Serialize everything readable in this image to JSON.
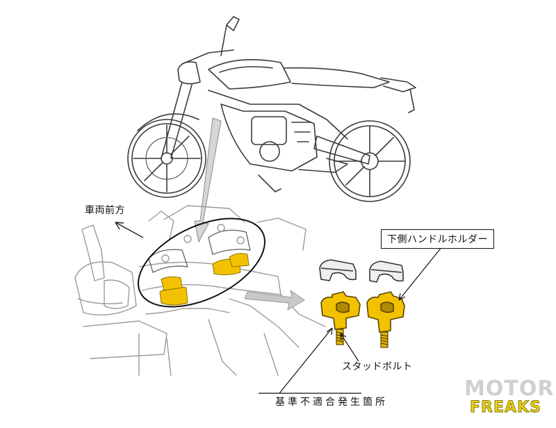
{
  "labels": {
    "vehicle_front": "車両前方",
    "lower_handle_holder": "下側ハンドルホルダー",
    "stud_bolt": "スタッドボルト",
    "defect_location": "基準不適合発生箇所"
  },
  "watermark": {
    "line1": "MOTOR",
    "line2": "FREAKS"
  },
  "colors": {
    "line": "#3a3a3a",
    "light_line": "#9a9a9a",
    "highlight": "#f2c200",
    "arrow_gray": "#b8b8b8",
    "watermark_gray": "#d0d0d0",
    "watermark_yellow": "#e8d21a"
  }
}
